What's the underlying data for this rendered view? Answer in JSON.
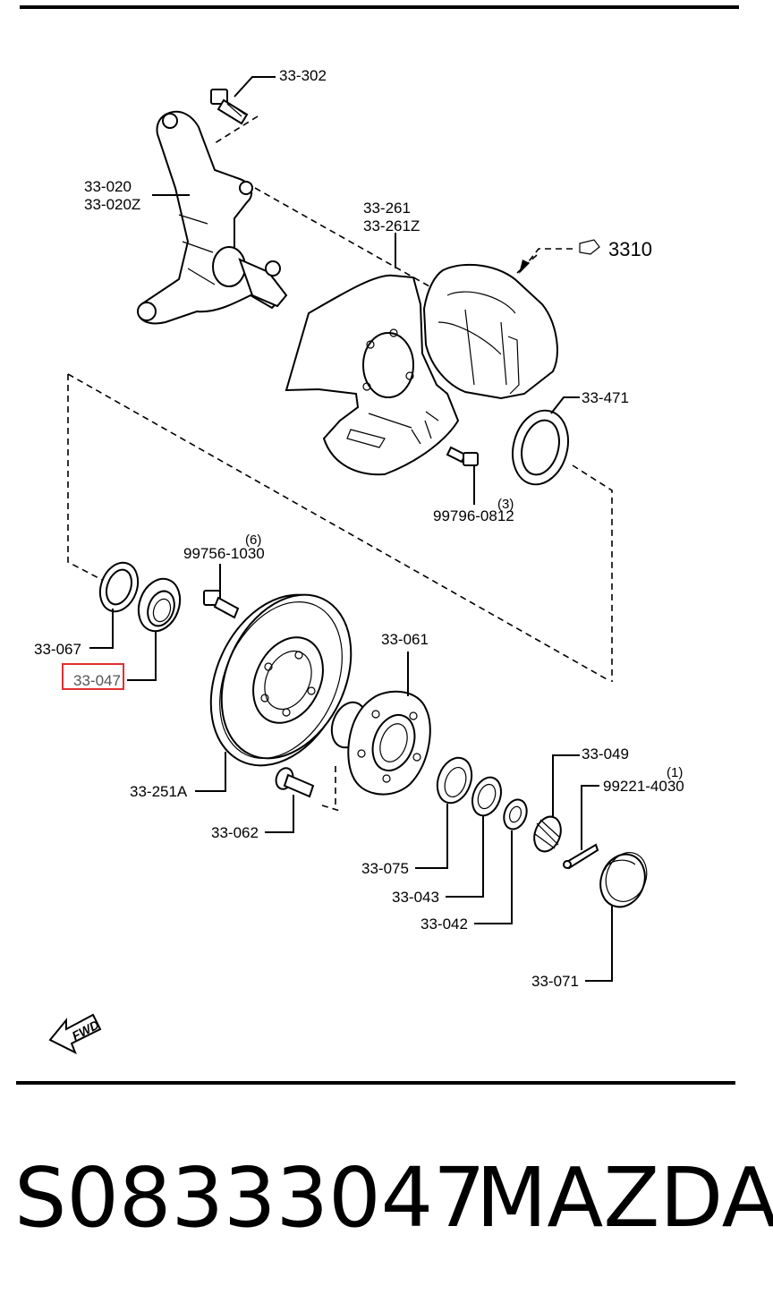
{
  "parts": {
    "p33_302": "33-302",
    "p33_020": "33-020",
    "p33_020z": "33-020Z",
    "p33_261": "33-261",
    "p33_261z": "33-261Z",
    "p3310": "3310",
    "p33_471": "33-471",
    "p99796": "99796-0812",
    "q99796": "(3)",
    "p99756": "99756-1030",
    "q99756": "(6)",
    "p33_067": "33-067",
    "p33_047": "33-047",
    "p33_061": "33-061",
    "p33_049": "33-049",
    "p99221": "99221-4030",
    "q99221": "(1)",
    "p33_251a": "33-251A",
    "p33_062": "33-062",
    "p33_075": "33-075",
    "p33_043": "33-043",
    "p33_042": "33-042",
    "p33_071": "33-071"
  },
  "fwd": "FWD",
  "footer": {
    "part_number": "S08333047",
    "brand": "MAZDA"
  },
  "highlight_color": "#e03030"
}
